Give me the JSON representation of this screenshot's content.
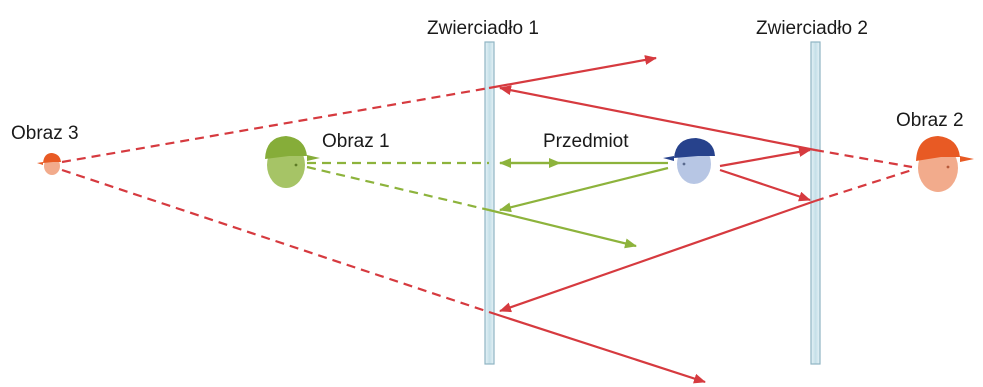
{
  "labels": {
    "mirror1": "Zwierciadło 1",
    "mirror2": "Zwierciadło 2",
    "object": "Przedmiot",
    "image1": "Obraz 1",
    "image2": "Obraz 2",
    "image3": "Obraz 3"
  },
  "colors": {
    "red_ray": "#d63a3f",
    "green_ray": "#8db33c",
    "mirror_fill": "#cfe6ee",
    "mirror_edge": "#8fb5c3",
    "object_cap": "#27428c",
    "object_face": "#b7c6e4",
    "image1_cap": "#86ad39",
    "image1_face": "#a6c466",
    "image2_cap": "#e85a24",
    "image2_face": "#f2ab8c"
  },
  "icons": {
    "object": "person-head-icon",
    "image1": "person-head-icon",
    "image2": "person-head-icon",
    "image3": "person-head-icon"
  }
}
